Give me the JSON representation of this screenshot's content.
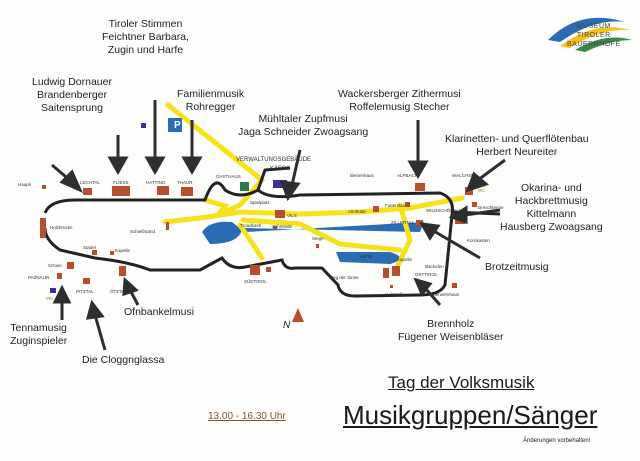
{
  "logo": {
    "lines": [
      "MUSEUM",
      "TIROLER",
      "BAUERNHÖFE"
    ]
  },
  "groups": {
    "tiroler_stimmen": [
      "Tiroler Stimmen",
      "Feichtner Barbara,",
      "Zugin und Harfe"
    ],
    "dornauer": [
      "Ludwig Dornauer",
      "Brandenberger",
      "Saitensprung"
    ],
    "rohregger": [
      "Familienmusik",
      "Rohregger"
    ],
    "muehltaler": [
      "Mühltaler Zupfmusi",
      "Jaga Schneider Zwoagsang"
    ],
    "wackersberger": [
      "Wackersberger Zithermusi",
      "Roffelemusig Stecher"
    ],
    "klarinetten": [
      "Klarinetten- und Querflötenbau",
      "Herbert Neureiter"
    ],
    "okarina": [
      "Okarina- und",
      "Hackbrettmusig",
      "Kittelmann",
      "Hausberg Zwoagsang"
    ],
    "brotzeit": [
      "Brotzeitmusig"
    ],
    "brennholz": [
      "Brennholz",
      "Fügener Weisenbläser"
    ],
    "ofnbankel": [
      "Ofnbankelmusi"
    ],
    "tennamusig": [
      "Tennamusig",
      "Zuginspieler"
    ],
    "cloggn": [
      "Die Cloggnglassa"
    ]
  },
  "places": {
    "haupli": "Haupli",
    "lechtal": "LECHTAL",
    "fliess": "FLIESS",
    "hatting": "HATTING",
    "thaur": "THAUR",
    "gasthaus": "GASTHAUS",
    "verwaltung": "VERWALTUNGSGEBÄUDE",
    "kassa": "KASSA",
    "spielplatz": "Spielplatz",
    "vils": "VILS",
    "schmiede": "Schmiede",
    "stege": "Stege",
    "troadkastl": "Troadkastl",
    "holzbruecke": "Holzbrücke",
    "schiessstand": "Schießstand",
    "stadel": "Stadel",
    "kapelle": "Kapelle",
    "schule": "Schule",
    "paznaun": "PAZNAUN",
    "pitztal": "PITZTAL",
    "oetztal": "ÖTZTAL",
    "suedtirol": "SÜDTIROL",
    "wc": "WC",
    "bienenhaus": "Bienenhaus",
    "alpbach": "ALPBACH",
    "walchsee": "WALCHSEE",
    "wildschoenau": "WILDSCHÖNAU",
    "zillertal": "ZILLERTAL",
    "almhuette": "Almhütte",
    "futterstall": "Futterstall",
    "dreschtenne": "Dreschtenne",
    "kornkasten": "Kornkasten",
    "muehle": "Mühle",
    "kapelle2": "Kapelle",
    "backofen": "Backofen",
    "osttirol": "OSTTIROL",
    "holzstall": "Holzstall",
    "feuerwehrhaus": "Feuerwehrhaus",
    "weg_der_sinne": "Weg der Sinne",
    "parking": "P",
    "north": "N"
  },
  "footer": {
    "title": "Tag der Volksmusik",
    "subtitle": "Musikgruppen/Sänger",
    "time": "13.00 - 16.30 Uhr",
    "note": "Änderungen vorbehalten!"
  },
  "colors": {
    "road": "#222222",
    "path": "#f5e21b",
    "water": "#2a6db5",
    "building": "#b5502e",
    "arrow": "#2e2e2e"
  }
}
